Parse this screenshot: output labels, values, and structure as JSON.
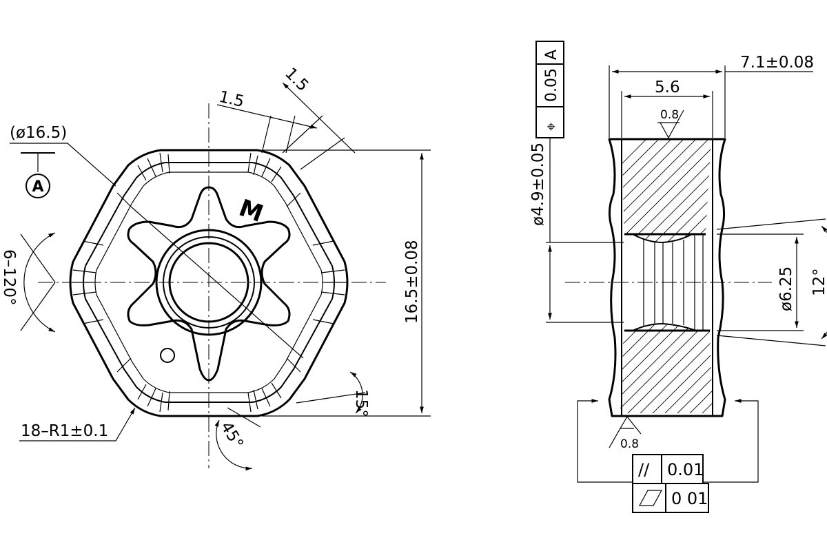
{
  "front_view": {
    "diameter_label": "(ø16.5)",
    "datum_letter": "A",
    "width_top_label_1": "1.5",
    "width_top_label_2": "1.5",
    "angle_label": "6–120°",
    "height_label": "16.5±0.08",
    "radius_label": "18–R1±0.1",
    "angle_15_label": "15°",
    "angle_45_label": "45°",
    "marking_letter": "M"
  },
  "section_view": {
    "position_tolerance": {
      "symbol": "⌖",
      "value": "0.05",
      "datum": "A"
    },
    "bore_label": "ø4.9±0.05",
    "thickness_total_label": "7.1±0.08",
    "thickness_inner_label": "5.6",
    "roughness_top_label": "0.8",
    "roughness_bottom_label": "0.8",
    "counterbore_label": "ø6.25",
    "angle_label": "12°",
    "parallelism": {
      "symbol": "//",
      "value": "0.01"
    },
    "flatness": {
      "symbol": "▱",
      "value": "0 01"
    }
  }
}
